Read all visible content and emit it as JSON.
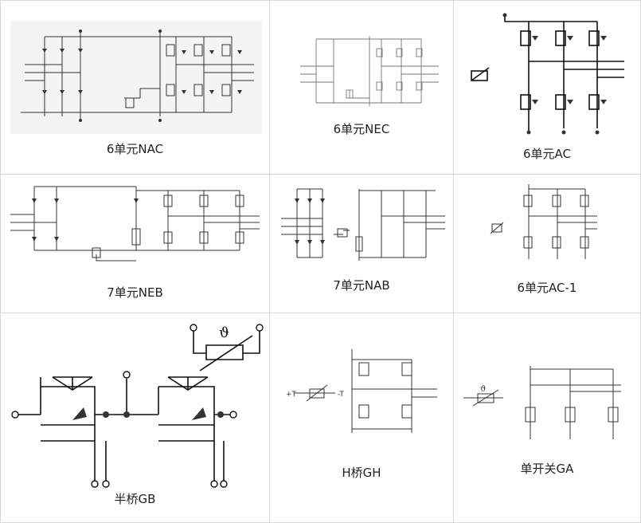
{
  "cells": [
    {
      "key": "nac",
      "caption": "6单元NAC"
    },
    {
      "key": "nec",
      "caption": "6单元NEC"
    },
    {
      "key": "ac",
      "caption": "6单元AC"
    },
    {
      "key": "neb",
      "caption": "7单元NEB"
    },
    {
      "key": "nab",
      "caption": "7单元NAB"
    },
    {
      "key": "ac1",
      "caption": "6单元AC-1"
    },
    {
      "key": "gb",
      "caption": "半桥GB"
    },
    {
      "key": "gh",
      "caption": "H桥GH"
    },
    {
      "key": "ga",
      "caption": "单开关GA"
    }
  ],
  "symbols": {
    "theta": "ϑ",
    "t_minus": "-T",
    "t_plus": "+T"
  },
  "colors": {
    "border": "#d9d9d9",
    "wire": "#333333",
    "panel_bg": "#f4f4f4"
  }
}
